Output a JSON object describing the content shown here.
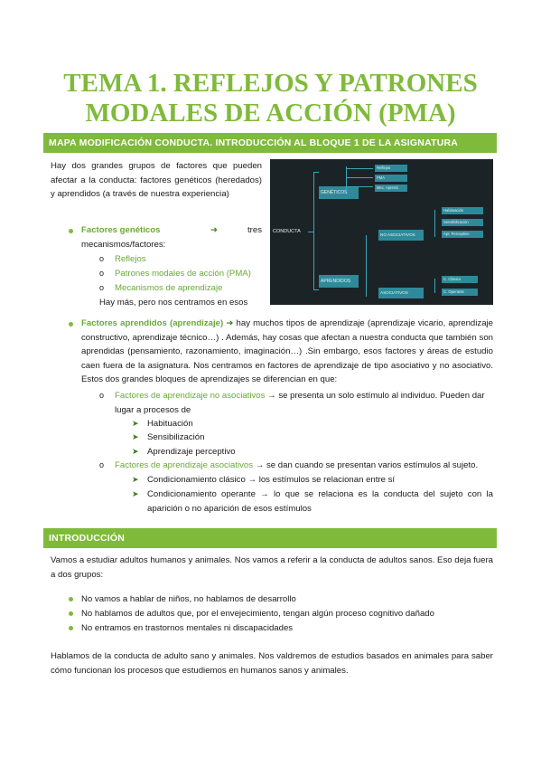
{
  "title_line1": "TEMA 1. REFLEJOS Y PATRONES",
  "title_line2": "MODALES DE ACCIÓN (PMA)",
  "section1": {
    "header": "MAPA MODIFICACIÓN CONDUCTA. INTRODUCCIÓN AL BLOQUE 1 DE LA ASIGNATURA",
    "intro": "Hay dos grandes grupos de factores que pueden afectar a la conducta: factores genéticos (heredados) y aprendidos (a través de nuestra experiencia)",
    "genetic_label": "Factores genéticos",
    "genetic_text": "tres",
    "genetic_text2": "mecanismos/factores:",
    "genetic_items": [
      "Reflejos",
      "Patrones modales de acción (PMA)",
      "Mecanismos de aprendizaje"
    ],
    "genetic_note": "Hay más, pero nos centramos en esos",
    "learned_label": "Factores aprendidos (aprendizaje)",
    "learned_text": "hay muchos tipos de aprendizaje (aprendizaje vicario, aprendizaje constructivo, aprendizaje técnico…) . Además, hay cosas que afectan a nuestra conducta que también son aprendidas (pensamiento, razonamiento, imaginación…) .Sin embargo, esos factores y áreas de estudio caen fuera de la asignatura. Nos centramos en factores de aprendizaje de tipo asociativo y no asociativo. Estos dos grandes bloques de aprendizajes se diferencian en que:",
    "nonassoc_label": "Factores de aprendizaje no asociativos",
    "nonassoc_text": "se presenta un solo estímulo al individuo. Pueden dar lugar a procesos de",
    "nonassoc_items": [
      "Habituación",
      "Sensibilización",
      "Aprendizaje perceptivo"
    ],
    "assoc_label": "Factores de aprendizaje asociativos",
    "assoc_text": "se dan cuando se presentan varios estímulos al sujeto.",
    "assoc_items": [
      "Condicionamiento clásico → los estímulos se relacionan entre sí",
      "Condicionamiento operante → lo que se relaciona es la conducta del sujeto con la aparición o no aparición de esos estímulos"
    ]
  },
  "diagram": {
    "root": "CONDUCTA",
    "geneticos": "GENÉTICOS",
    "aprendidos": "APRENDIDOS",
    "gen_items": [
      "Reflejos",
      "PMA",
      "Mec. Aprend."
    ],
    "no_asociativos": "NO ASOCIATIVOS",
    "noasoc_items": [
      "Habituación",
      "Sensibilización",
      "Apr. Perceptivo"
    ],
    "asociativos": "ASOCIATIVOS",
    "asoc_items": [
      "C. Clásico",
      "C. Operante"
    ]
  },
  "section2": {
    "header": "INTRODUCCIÓN",
    "intro": "Vamos a estudiar adultos humanos y animales. Nos vamos a referir a la conducta de adultos sanos. Eso deja fuera a dos grupos:",
    "bullets": [
      "No vamos a hablar de niños, no hablamos de desarrollo",
      "No hablamos de adultos que, por el envejecimiento, tengan algún proceso cognitivo dañado",
      "No entramos en trastornos mentales ni discapacidades"
    ],
    "closing": "Hablamos de la conducta de adulto sano y animales. Nos valdremos de estudios basados en animales para saber cómo funcionan los procesos que estudiemos en humanos sanos y animales."
  },
  "colors": {
    "accent": "#7fba3a",
    "accent_text": "#6aa936",
    "diagram_bg": "#1c2326",
    "diagram_box": "#2e8a9a"
  }
}
